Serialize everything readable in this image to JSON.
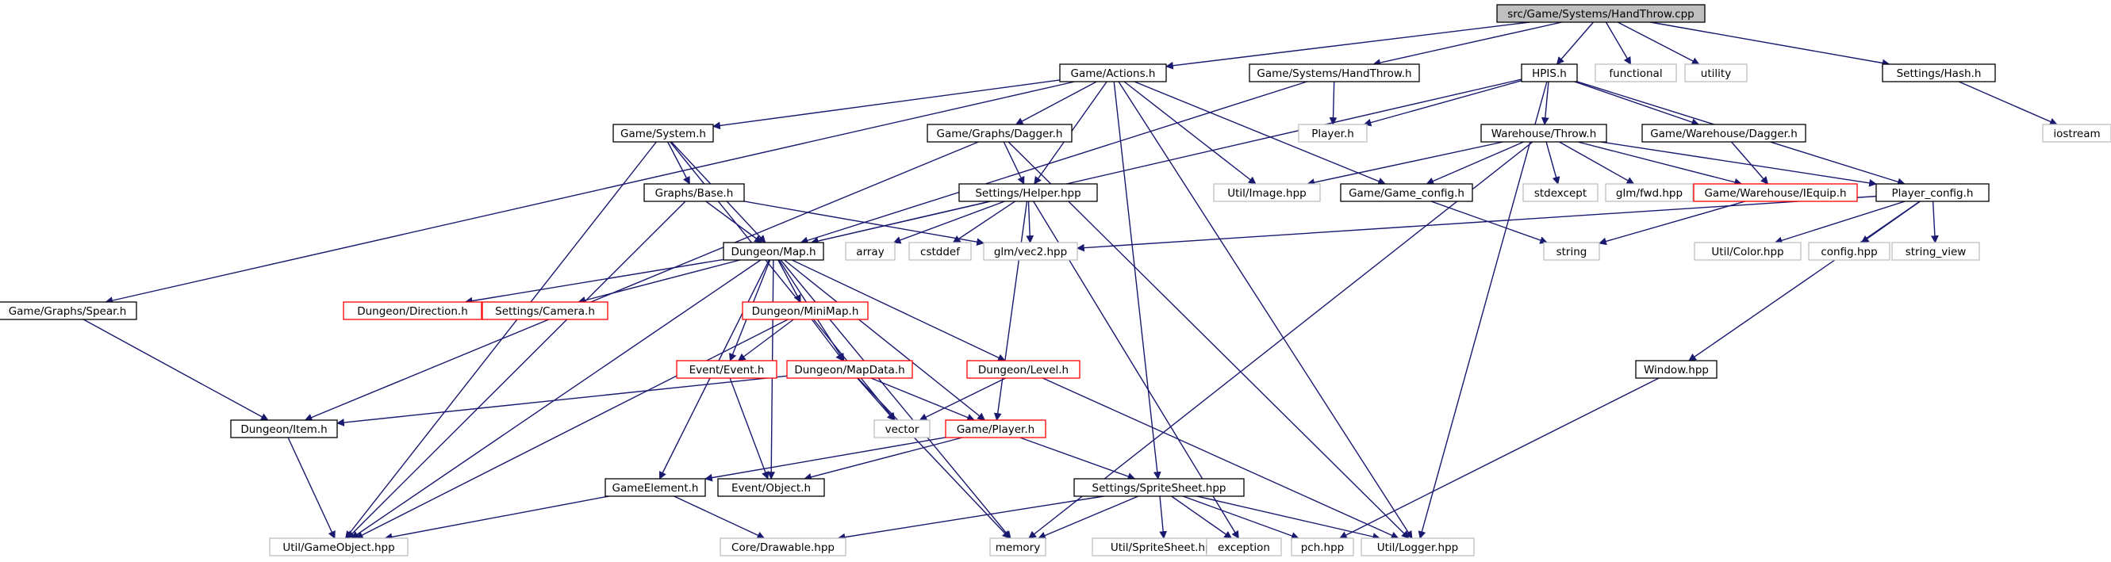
{
  "colors": {
    "background": "#ffffff",
    "edge_include": "#191970",
    "edge_other": "#a9a9a9",
    "root_fill": "#bfbfbf",
    "node_documented_border": "#000000",
    "node_undocumented_border": "#ff0000",
    "node_external_border": "#bfbfbf",
    "external_text": "#3f3f3f"
  },
  "nodes": [
    {
      "id": "root",
      "label": "src/Game/Systems/HandThrow.cpp",
      "kind": "root"
    },
    {
      "id": "actions",
      "label": "Game/Actions.h",
      "kind": "normal"
    },
    {
      "id": "handthrow_h",
      "label": "Game/Systems/HandThrow.h",
      "kind": "normal"
    },
    {
      "id": "hpis",
      "label": "HPIS.h",
      "kind": "normal"
    },
    {
      "id": "functional",
      "label": "functional",
      "kind": "external"
    },
    {
      "id": "utility",
      "label": "utility",
      "kind": "external"
    },
    {
      "id": "hash",
      "label": "Settings/Hash.h",
      "kind": "normal"
    },
    {
      "id": "iostream",
      "label": "iostream",
      "kind": "external"
    },
    {
      "id": "player_h",
      "label": "Player.h",
      "kind": "external"
    },
    {
      "id": "system",
      "label": "Game/System.h",
      "kind": "normal"
    },
    {
      "id": "graphs_dagger",
      "label": "Game/Graphs/Dagger.h",
      "kind": "normal"
    },
    {
      "id": "wh_throw",
      "label": "Warehouse/Throw.h",
      "kind": "normal"
    },
    {
      "id": "wh_dagger",
      "label": "Game/Warehouse/Dagger.h",
      "kind": "normal"
    },
    {
      "id": "graphs_base",
      "label": "Graphs/Base.h",
      "kind": "normal"
    },
    {
      "id": "helper",
      "label": "Settings/Helper.hpp",
      "kind": "normal"
    },
    {
      "id": "util_image",
      "label": "Util/Image.hpp",
      "kind": "external"
    },
    {
      "id": "game_config",
      "label": "Game/Game_config.h",
      "kind": "normal"
    },
    {
      "id": "stdexcept",
      "label": "stdexcept",
      "kind": "external"
    },
    {
      "id": "glm_fwd",
      "label": "glm/fwd.hpp",
      "kind": "external"
    },
    {
      "id": "iequip",
      "label": "Game/Warehouse/IEquip.h",
      "kind": "undocumented"
    },
    {
      "id": "player_config",
      "label": "Player_config.h",
      "kind": "normal"
    },
    {
      "id": "map",
      "label": "Dungeon/Map.h",
      "kind": "normal"
    },
    {
      "id": "array",
      "label": "array",
      "kind": "external"
    },
    {
      "id": "cstddef",
      "label": "cstddef",
      "kind": "external"
    },
    {
      "id": "glm_vec2",
      "label": "glm/vec2.hpp",
      "kind": "external"
    },
    {
      "id": "string",
      "label": "string",
      "kind": "external"
    },
    {
      "id": "util_color",
      "label": "Util/Color.hpp",
      "kind": "external"
    },
    {
      "id": "config_hpp",
      "label": "config.hpp",
      "kind": "external"
    },
    {
      "id": "string_view",
      "label": "string_view",
      "kind": "external"
    },
    {
      "id": "spear",
      "label": "Game/Graphs/Spear.h",
      "kind": "normal"
    },
    {
      "id": "direction",
      "label": "Dungeon/Direction.h",
      "kind": "undocumented"
    },
    {
      "id": "camera",
      "label": "Settings/Camera.h",
      "kind": "undocumented"
    },
    {
      "id": "minimap",
      "label": "Dungeon/MiniMap.h",
      "kind": "undocumented"
    },
    {
      "id": "event",
      "label": "Event/Event.h",
      "kind": "undocumented"
    },
    {
      "id": "mapdata",
      "label": "Dungeon/MapData.h",
      "kind": "undocumented"
    },
    {
      "id": "level",
      "label": "Dungeon/Level.h",
      "kind": "undocumented"
    },
    {
      "id": "window",
      "label": "Window.hpp",
      "kind": "normal"
    },
    {
      "id": "item",
      "label": "Dungeon/Item.h",
      "kind": "normal"
    },
    {
      "id": "vector",
      "label": "vector",
      "kind": "external"
    },
    {
      "id": "game_player",
      "label": "Game/Player.h",
      "kind": "undocumented"
    },
    {
      "id": "gameelement",
      "label": "GameElement.h",
      "kind": "normal"
    },
    {
      "id": "event_object",
      "label": "Event/Object.h",
      "kind": "normal"
    },
    {
      "id": "spritesheet_s",
      "label": "Settings/SpriteSheet.hpp",
      "kind": "normal"
    },
    {
      "id": "gameobject",
      "label": "Util/GameObject.hpp",
      "kind": "external"
    },
    {
      "id": "drawable",
      "label": "Core/Drawable.hpp",
      "kind": "external"
    },
    {
      "id": "memory",
      "label": "memory",
      "kind": "external"
    },
    {
      "id": "util_spritesheet",
      "label": "Util/SpriteSheet.hpp",
      "kind": "external"
    },
    {
      "id": "exception",
      "label": "exception",
      "kind": "external"
    },
    {
      "id": "pch",
      "label": "pch.hpp",
      "kind": "external"
    },
    {
      "id": "logger",
      "label": "Util/Logger.hpp",
      "kind": "external"
    }
  ],
  "edges": [
    [
      "root",
      "actions"
    ],
    [
      "root",
      "handthrow_h"
    ],
    [
      "root",
      "hpis"
    ],
    [
      "root",
      "functional"
    ],
    [
      "root",
      "utility"
    ],
    [
      "root",
      "hash"
    ],
    [
      "hash",
      "iostream"
    ],
    [
      "actions",
      "system"
    ],
    [
      "actions",
      "graphs_dagger"
    ],
    [
      "actions",
      "spear"
    ],
    [
      "actions",
      "helper"
    ],
    [
      "actions",
      "util_image"
    ],
    [
      "actions",
      "game_config"
    ],
    [
      "actions",
      "spritesheet_s"
    ],
    [
      "actions",
      "logger"
    ],
    [
      "handthrow_h",
      "player_h"
    ],
    [
      "handthrow_h",
      "map"
    ],
    [
      "hpis",
      "player_h"
    ],
    [
      "hpis",
      "wh_throw"
    ],
    [
      "hpis",
      "wh_dagger"
    ],
    [
      "hpis",
      "player_config"
    ],
    [
      "hpis",
      "map"
    ],
    [
      "hpis",
      "logger"
    ],
    [
      "system",
      "graphs_base"
    ],
    [
      "system",
      "map"
    ],
    [
      "system",
      "gameobject"
    ],
    [
      "system",
      "vector"
    ],
    [
      "graphs_dagger",
      "helper"
    ],
    [
      "graphs_dagger",
      "item"
    ],
    [
      "graphs_dagger",
      "logger"
    ],
    [
      "graphs_base",
      "map"
    ],
    [
      "graphs_base",
      "glm_vec2"
    ],
    [
      "graphs_base",
      "gameobject"
    ],
    [
      "helper",
      "map"
    ],
    [
      "helper",
      "array"
    ],
    [
      "helper",
      "cstddef"
    ],
    [
      "helper",
      "glm_vec2"
    ],
    [
      "helper",
      "game_player"
    ],
    [
      "helper",
      "exception"
    ],
    [
      "wh_throw",
      "util_image"
    ],
    [
      "wh_throw",
      "game_config"
    ],
    [
      "wh_throw",
      "stdexcept"
    ],
    [
      "wh_throw",
      "glm_fwd"
    ],
    [
      "wh_throw",
      "iequip"
    ],
    [
      "wh_throw",
      "player_config"
    ],
    [
      "wh_throw",
      "memory"
    ],
    [
      "wh_dagger",
      "iequip"
    ],
    [
      "iequip",
      "string"
    ],
    [
      "game_config",
      "string"
    ],
    [
      "player_config",
      "glm_vec2"
    ],
    [
      "player_config",
      "util_color"
    ],
    [
      "player_config",
      "config_hpp"
    ],
    [
      "player_config",
      "string_view"
    ],
    [
      "player_config",
      "window"
    ],
    [
      "window",
      "pch"
    ],
    [
      "map",
      "direction"
    ],
    [
      "map",
      "camera"
    ],
    [
      "map",
      "minimap"
    ],
    [
      "map",
      "event"
    ],
    [
      "map",
      "mapdata"
    ],
    [
      "map",
      "level"
    ],
    [
      "map",
      "game_player"
    ],
    [
      "map",
      "gameelement"
    ],
    [
      "map",
      "event_object"
    ],
    [
      "map",
      "gameobject"
    ],
    [
      "map",
      "memory"
    ],
    [
      "spear",
      "item"
    ],
    [
      "minimap",
      "event"
    ],
    [
      "minimap",
      "mapdata"
    ],
    [
      "minimap",
      "gameobject"
    ],
    [
      "event",
      "event_object"
    ],
    [
      "mapdata",
      "item"
    ],
    [
      "mapdata",
      "vector"
    ],
    [
      "mapdata",
      "game_player"
    ],
    [
      "mapdata",
      "memory"
    ],
    [
      "level",
      "vector"
    ],
    [
      "level",
      "logger"
    ],
    [
      "game_player",
      "gameelement"
    ],
    [
      "game_player",
      "event_object"
    ],
    [
      "game_player",
      "spritesheet_s"
    ],
    [
      "item",
      "gameobject"
    ],
    [
      "gameelement",
      "gameobject"
    ],
    [
      "gameelement",
      "drawable"
    ],
    [
      "spritesheet_s",
      "drawable"
    ],
    [
      "spritesheet_s",
      "memory"
    ],
    [
      "spritesheet_s",
      "util_spritesheet"
    ],
    [
      "spritesheet_s",
      "exception"
    ],
    [
      "spritesheet_s",
      "pch"
    ],
    [
      "spritesheet_s",
      "logger"
    ]
  ]
}
